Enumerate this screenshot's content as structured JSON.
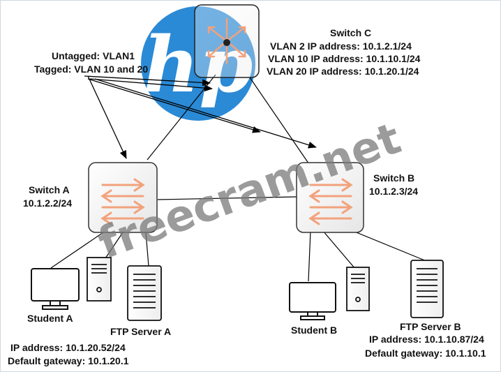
{
  "switch_c": {
    "name": "Switch C",
    "vlan2": "VLAN 2 IP address: 10.1.2.1/24",
    "vlan10": "VLAN 10 IP address: 10.1.10.1/24",
    "vlan20": "VLAN 20 IP address: 10.1.20.1/24"
  },
  "trunk_note": {
    "untagged": "Untagged: VLAN1",
    "tagged": "Tagged: VLAN 10 and 20"
  },
  "switch_a": {
    "name": "Switch A",
    "ip": "10.1.2.2/24"
  },
  "switch_b": {
    "name": "Switch B",
    "ip": "10.1.2.3/24"
  },
  "student_a": {
    "name": "Student A"
  },
  "student_b": {
    "name": "Student B"
  },
  "ftp_a": {
    "name": "FTP Server A",
    "ip": "IP address: 10.1.20.52/24",
    "gateway": "Default gateway: 10.1.20.1"
  },
  "ftp_b": {
    "name": "FTP Server B",
    "ip": "IP address: 10.1.10.87/24",
    "gateway": "Default gateway: 10.1.10.1"
  },
  "watermark": {
    "brand": "hp",
    "site": "freecram.net"
  },
  "colors": {
    "switch_arrow": "#f2a27c",
    "logo_blue": "#2b8ad6",
    "watermark_gray": "#7a7a7a"
  }
}
